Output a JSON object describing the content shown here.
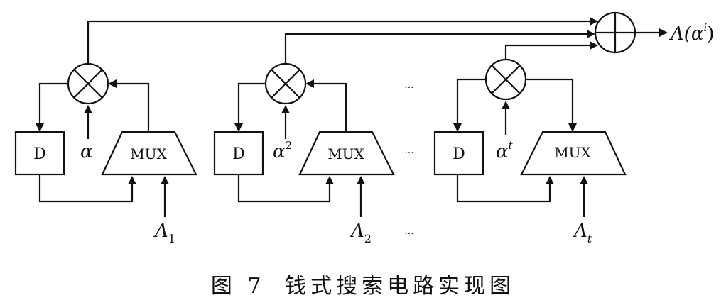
{
  "diagram": {
    "stages": [
      {
        "delay_label": "D",
        "mux_label": "MUX",
        "alpha_base": "α",
        "alpha_sup": "",
        "lambda_base": "Λ",
        "lambda_sub": "1"
      },
      {
        "delay_label": "D",
        "mux_label": "MUX",
        "alpha_base": "α",
        "alpha_sup": "2",
        "lambda_base": "Λ",
        "lambda_sub": "2"
      },
      {
        "delay_label": "D",
        "mux_label": "MUX",
        "alpha_base": "α",
        "alpha_sup": "t",
        "lambda_base": "Λ",
        "lambda_sub": "t"
      }
    ],
    "ellipsis": "···",
    "output": {
      "prefix": "Λ(",
      "alpha": "α",
      "sup": "i",
      "suffix": ")"
    }
  },
  "caption": {
    "figure_number": "图 7",
    "title": "钱式搜索电路实现图"
  }
}
